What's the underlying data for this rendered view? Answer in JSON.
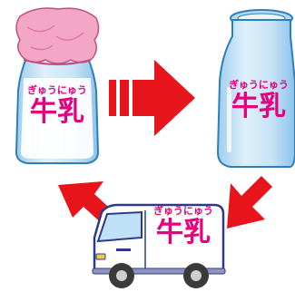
{
  "labels": {
    "bottle_full": {
      "ruby": "ぎゅうにゅう",
      "word": "牛乳"
    },
    "bottle_empty": {
      "ruby": "ぎゅうにゅう",
      "word": "牛乳"
    },
    "truck": {
      "ruby": "ぎゅうにゅう",
      "word": "牛乳"
    }
  },
  "colors": {
    "label_text": "#e6007e",
    "arrow": "#e8141c",
    "bottle_glass": "#c9e4f7",
    "bottle_outline": "#2d7fb8",
    "milk": "#ffffff",
    "cloth_cap": "#f4a6c6",
    "truck_body": "#ffffff",
    "truck_outline": "#2d3a8c",
    "wheel": "#3a3a3a"
  },
  "icons": [
    "milk-bottle-with-cap",
    "empty-milk-bottle",
    "milk-delivery-truck",
    "right-arrow",
    "up-left-arrow",
    "down-left-arrow"
  ]
}
